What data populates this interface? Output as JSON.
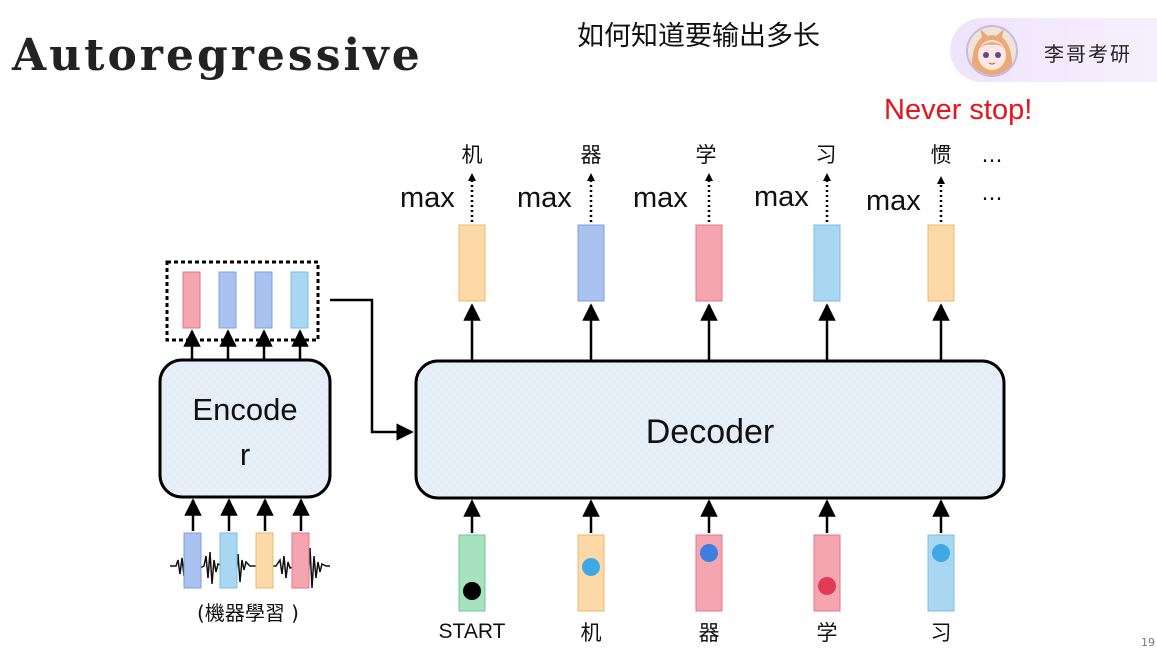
{
  "title": "Autoregressive",
  "subtitle": "如何知道要输出多长",
  "brand": {
    "name": "李哥考研"
  },
  "annotation": "Never stop!",
  "page_number": "19",
  "encoder": {
    "label_line1": "Encode",
    "label_line2": "r"
  },
  "decoder": {
    "label": "Decoder"
  },
  "audio_caption": "(機器學習 )",
  "outputs": {
    "max_label": "max",
    "tokens": [
      "机",
      "器",
      "学",
      "习",
      "惯"
    ],
    "ellipsis": "…"
  },
  "inputs": {
    "tokens": [
      "START",
      "机",
      "器",
      "学",
      "习"
    ]
  },
  "colors": {
    "orange": "#fcd9a6",
    "blue": "#a9c2f0",
    "pink": "#f4a5b0",
    "lightblue": "#a9d7f2",
    "green": "#a5e0bf",
    "box_fill": "#e6eef8"
  }
}
